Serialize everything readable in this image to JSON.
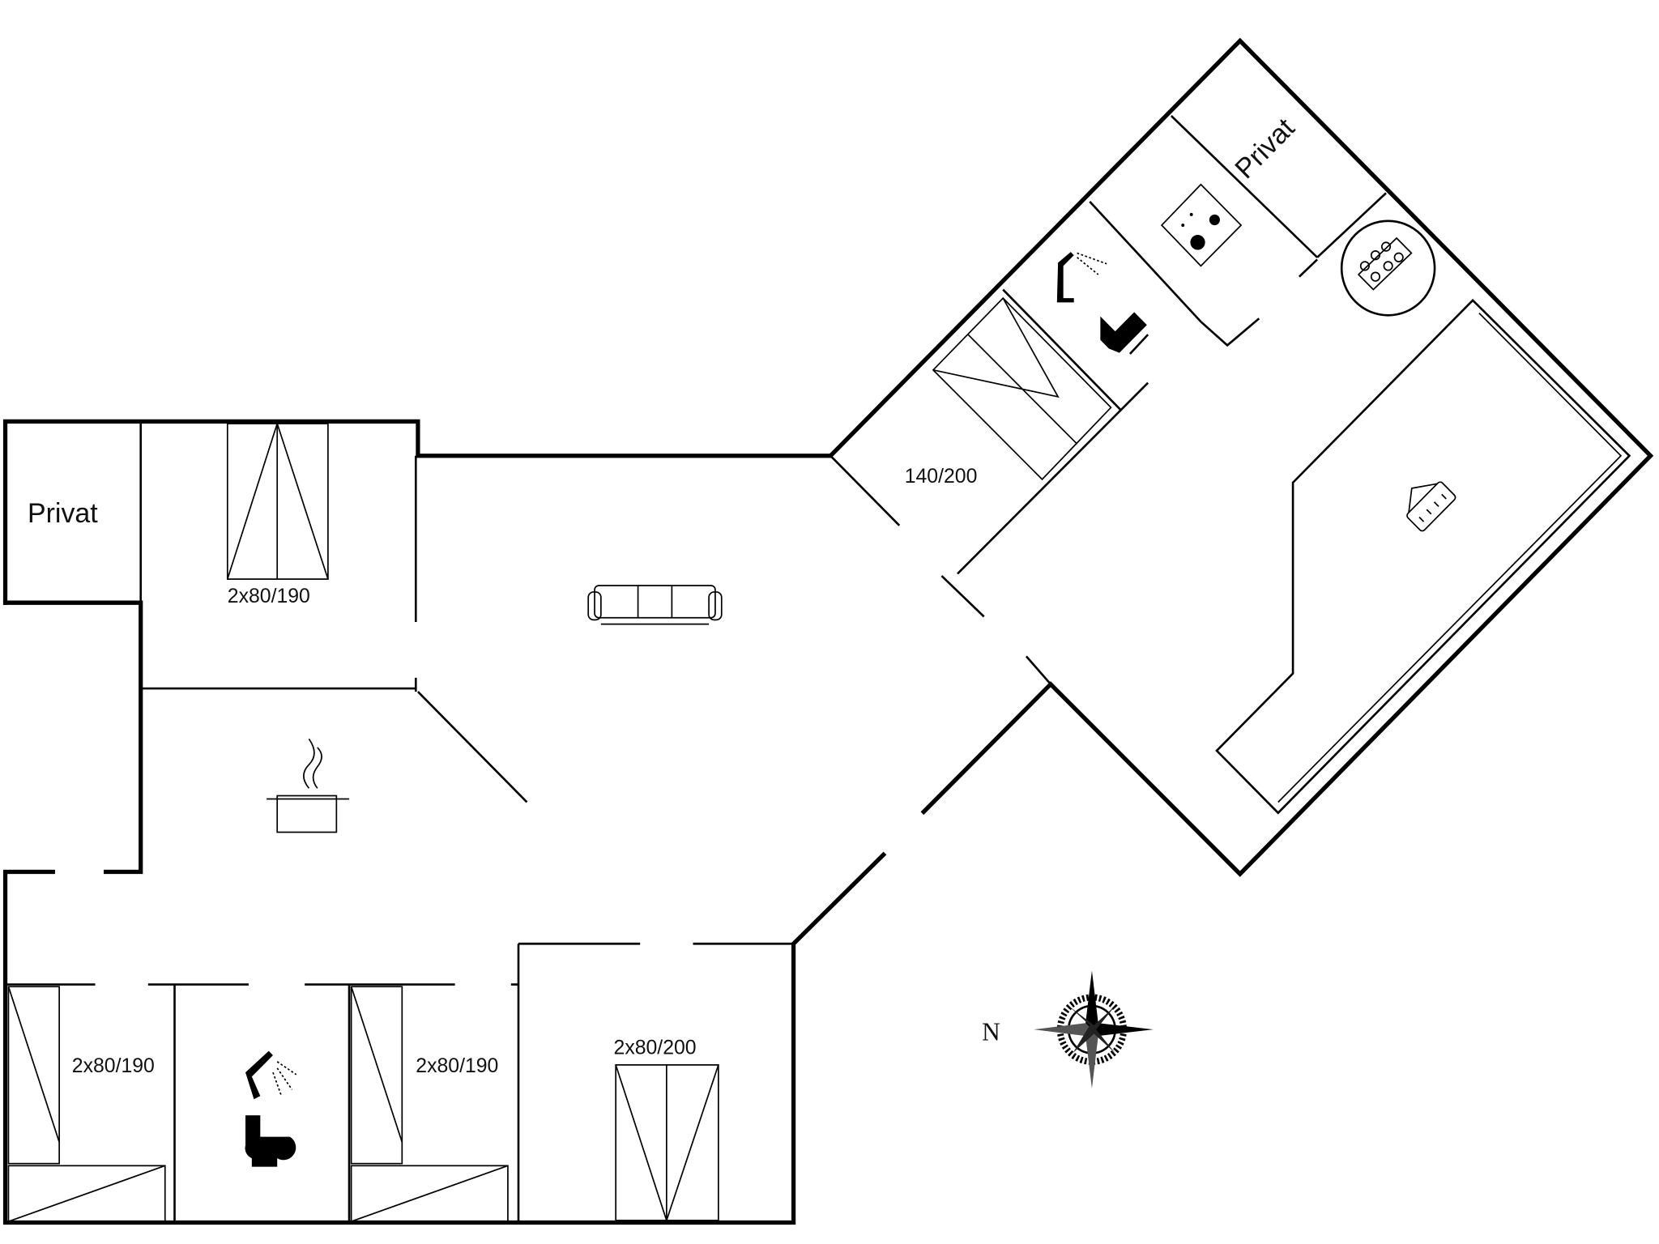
{
  "rooms": {
    "privat_left": "Privat",
    "privat_right": "Privat",
    "bedroom_top": "2x80/190",
    "bedroom_wing": "140/200",
    "bedroom_bottom_1": "2x80/190",
    "bedroom_bottom_2": "2x80/190",
    "bedroom_bottom_3": "2x80/200"
  },
  "compass": {
    "label": "N"
  },
  "icons": [
    "sofa-icon",
    "cooking-pot-icon",
    "shower-icon",
    "toilet-icon",
    "washing-machine-icon",
    "sauna-icon",
    "spa-icon",
    "terrace-icon",
    "compass-rose-icon"
  ]
}
